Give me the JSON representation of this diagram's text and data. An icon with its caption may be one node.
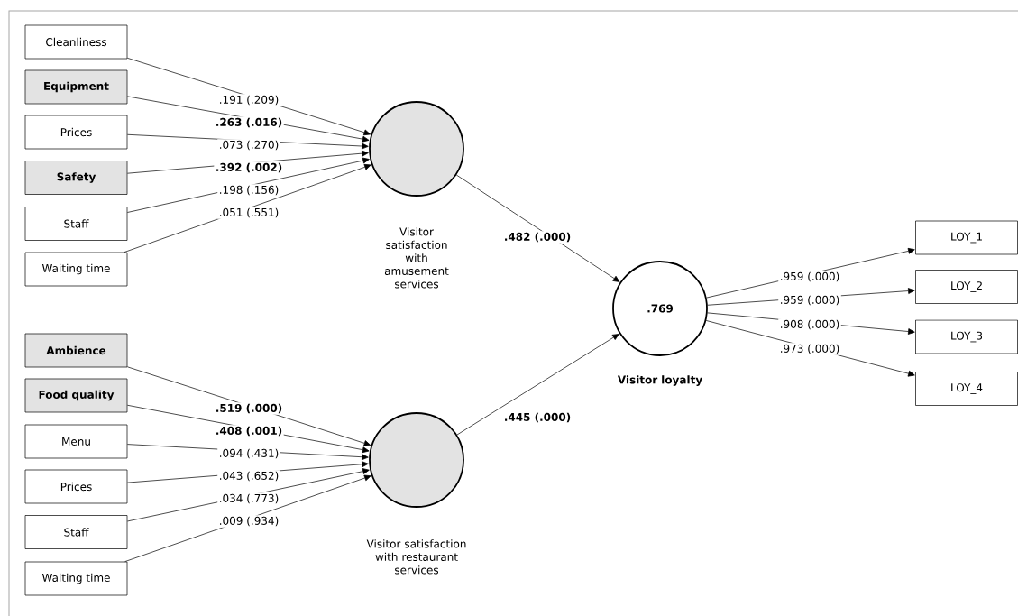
{
  "diagram": {
    "nodes": [
      {
        "text": [
          "Cleanliness"
        ]
      },
      {
        "text": [
          "Equipment"
        ]
      },
      {
        "text": [
          "Prices"
        ]
      },
      {
        "text": [
          "Safety"
        ]
      },
      {
        "text": [
          "Staff"
        ]
      },
      {
        "text": [
          "Waiting time"
        ]
      },
      {
        "text": [],
        "shape": "circle",
        "beside": [
          "Visitor satisfaction with amusement services"
        ]
      },
      {
        "text": [
          "Ambience"
        ]
      },
      {
        "text": [
          "Food quality"
        ]
      },
      {
        "text": [
          "Menu"
        ]
      },
      {
        "text": [
          "Prices"
        ]
      },
      {
        "text": [
          "Staff"
        ]
      },
      {
        "text": [
          "Waiting time"
        ]
      },
      {
        "text": [],
        "shape": "circle",
        "beside": [
          "Visitor satisfaction with restaurant services"
        ]
      },
      {
        "text": [
          ".769"
        ],
        "beside": [
          "Visitor loyalty"
        ]
      },
      {
        "text": [
          "LOY_1"
        ]
      },
      {
        "text": [
          "LOY_2"
        ]
      },
      {
        "text": [
          "LOY_3"
        ]
      },
      {
        "text": [
          "LOY_4"
        ]
      }
    ],
    "edges": [
      {
        "from": 0,
        "to": 6,
        "arrow": "to",
        "label": ".191 (.209)"
      },
      {
        "from": 1,
        "to": 6,
        "arrow": "to",
        "label": ".263 (.016)"
      },
      {
        "from": 2,
        "to": 6,
        "arrow": "to",
        "label": ".073 (.270)"
      },
      {
        "from": 3,
        "to": 6,
        "arrow": "to",
        "label": ".392 (.002)"
      },
      {
        "from": 4,
        "to": 6,
        "arrow": "to",
        "label": ".198 (.156)"
      },
      {
        "from": 5,
        "to": 6,
        "arrow": "to",
        "label": ".051 (.551)"
      },
      {
        "from": 7,
        "to": 13,
        "arrow": "to",
        "label": ".519 (.000)"
      },
      {
        "from": 8,
        "to": 13,
        "arrow": "to",
        "label": ".408 (.001)"
      },
      {
        "from": 9,
        "to": 13,
        "arrow": "to",
        "label": ".094 (.431)"
      },
      {
        "from": 10,
        "to": 13,
        "arrow": "to",
        "label": ".043 (.652)"
      },
      {
        "from": 11,
        "to": 13,
        "arrow": "to",
        "label": ".034 (.773)"
      },
      {
        "from": 12,
        "to": 13,
        "arrow": "to",
        "label": ".009 (.934)"
      },
      {
        "from": 6,
        "to": 14,
        "arrow": "to",
        "label": ".482 (.000)"
      },
      {
        "from": 13,
        "to": 14,
        "arrow": "to",
        "label": ".445 (.000)"
      },
      {
        "from": 14,
        "to": 15,
        "arrow": "to",
        "label": ".959 (.000)"
      },
      {
        "from": 14,
        "to": 16,
        "arrow": "to",
        "label": ".959 (.000)"
      },
      {
        "from": 14,
        "to": 17,
        "arrow": "to",
        "label": ".908 (.000)"
      },
      {
        "from": 14,
        "to": 18,
        "arrow": "to",
        "label": ".973 (.000)"
      }
    ]
  }
}
